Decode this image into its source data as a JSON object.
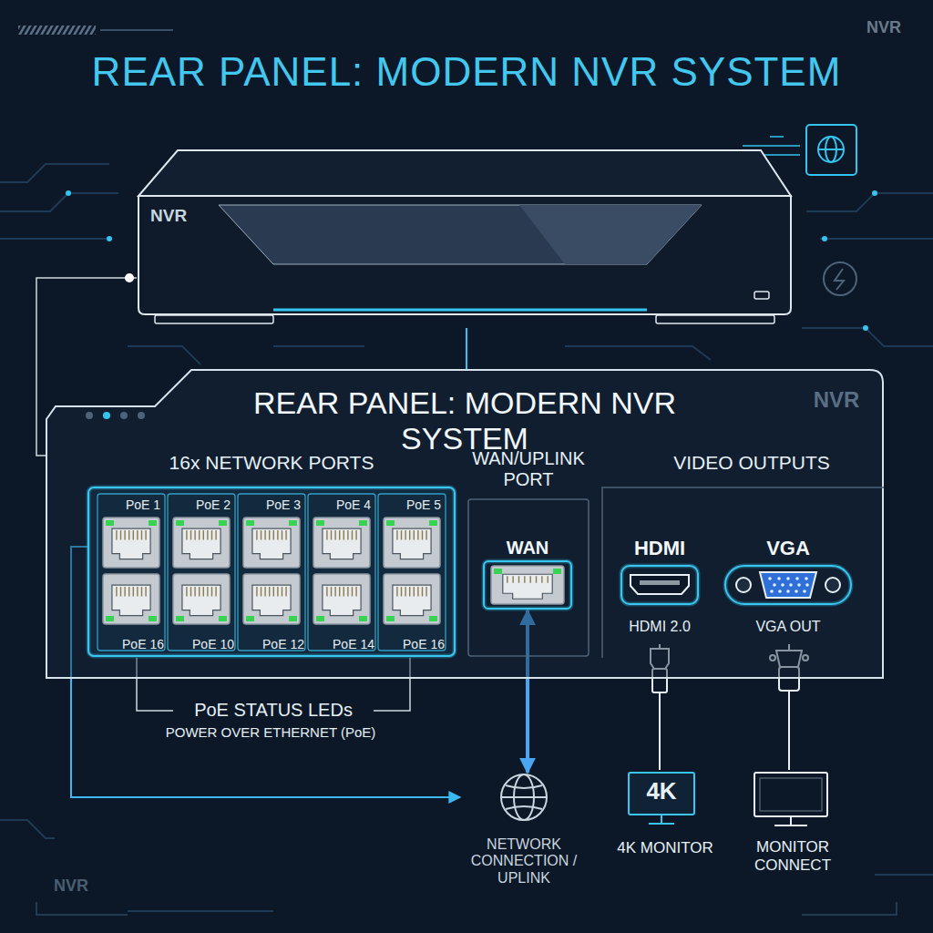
{
  "diagram": {
    "title": "REAR PANEL: MODERN NVR SYSTEM",
    "nodes": [
      {
        "text": [
          "NVR"
        ]
      },
      {
        "text": [
          "REAR PANEL: MODERN NVR SYSTEM"
        ]
      },
      {
        "text": [
          "16x NETWORK PORTS"
        ],
        "in": 1
      },
      {
        "text": [
          "WAN/UPLINK PORT"
        ],
        "in": 1
      },
      {
        "text": [
          "WAN"
        ],
        "in": 3
      },
      {
        "text": [
          "VIDEO OUTPUTS"
        ],
        "in": 1
      },
      {
        "text": [
          "HDMI",
          "HDMI 2.0"
        ],
        "in": 5
      },
      {
        "text": [
          "VGA",
          "VGA OUT"
        ],
        "in": 5
      },
      {
        "text": [
          "NETWORK CONNECTION / UPLINK"
        ]
      },
      {
        "text": [
          "4K",
          "4K MONITOR"
        ]
      },
      {
        "text": [
          "MONITOR CONNECT"
        ]
      }
    ],
    "edges": [
      {
        "from": 0,
        "to": 1,
        "arrow": "none"
      },
      {
        "from": 0,
        "to": 1,
        "arrow": "none"
      },
      {
        "from": 2,
        "to": 8,
        "arrow": "to"
      },
      {
        "from": 4,
        "to": 8,
        "arrow": "both"
      },
      {
        "from": 6,
        "to": 9,
        "arrow": "none"
      },
      {
        "from": 7,
        "to": 10,
        "arrow": "none"
      }
    ],
    "labels": [
      "NVR",
      "PoE 1",
      "PoE 2",
      "PoE 3",
      "PoE 4",
      "PoE 5",
      "PoE 16",
      "PoE 10",
      "PoE 12",
      "PoE 14",
      "PoE 16",
      "PoE STATUS LEDs",
      "POWER OVER ETHERNET (PoE)",
      "NVR",
      "NVR"
    ]
  }
}
